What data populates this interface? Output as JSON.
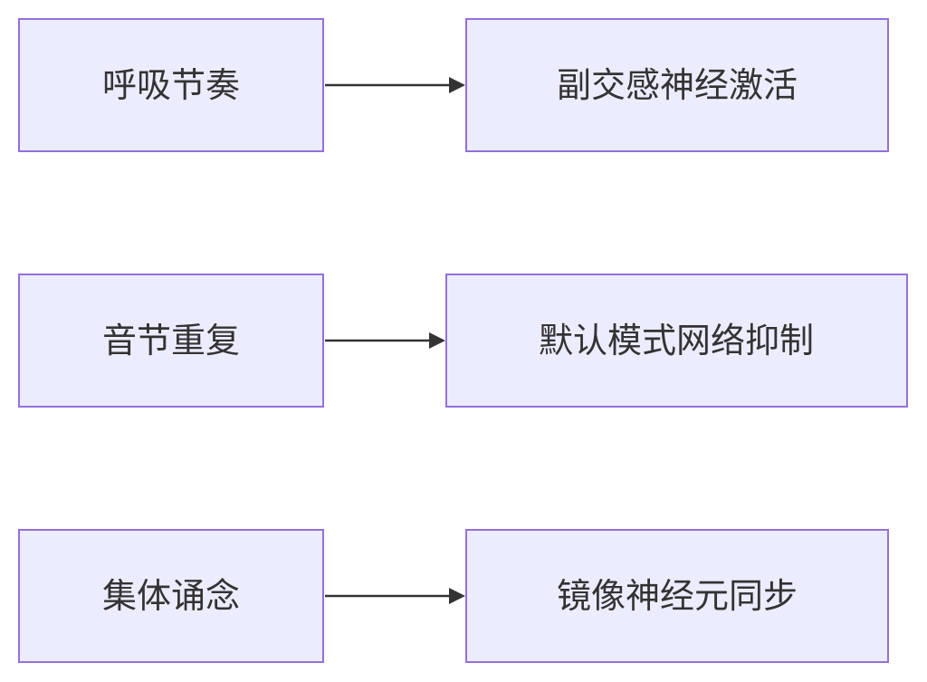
{
  "diagram": {
    "type": "flowchart",
    "direction": "left-to-right",
    "colors": {
      "node_fill": "#ececff",
      "node_border": "#9370db",
      "text": "#333333",
      "edge": "#333333"
    },
    "rows": [
      {
        "source": "呼吸节奏",
        "target": "副交感神经激活"
      },
      {
        "source": "音节重复",
        "target": "默认模式网络抑制"
      },
      {
        "source": "集体诵念",
        "target": "镜像神经元同步"
      }
    ]
  }
}
